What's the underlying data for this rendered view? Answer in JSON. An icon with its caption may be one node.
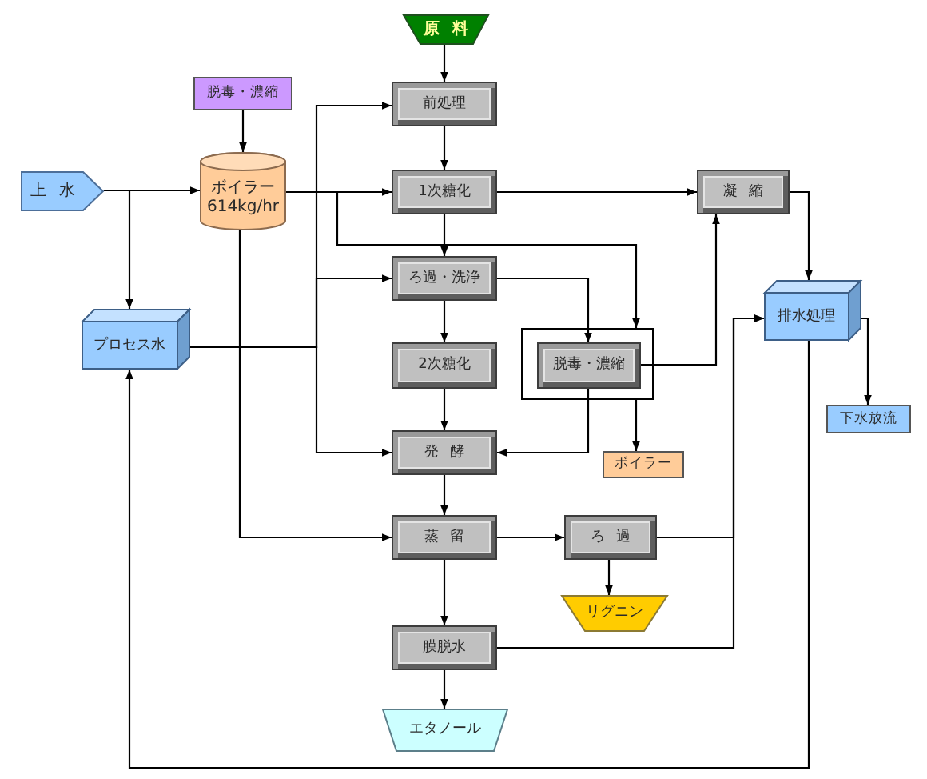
{
  "diagram": {
    "nodes": [
      {
        "text": [
          "原 料"
        ]
      },
      {
        "text": [
          "脱毒・濃縮"
        ]
      },
      {
        "text": [
          "前処理"
        ]
      },
      {
        "text": [
          "上 水"
        ]
      },
      {
        "text": [
          "ボイラー",
          "614kg/hr"
        ]
      },
      {
        "text": [
          "1次糖化"
        ]
      },
      {
        "text": [
          "凝 縮"
        ]
      },
      {
        "text": [
          "ろ過・洗浄"
        ]
      },
      {
        "text": [
          "排水処理"
        ]
      },
      {
        "text": [
          "プロセス水"
        ]
      },
      {
        "text": [],
        "shape": "box"
      },
      {
        "text": [
          "脱毒・濃縮"
        ],
        "in": 10
      },
      {
        "text": [
          "2次糖化"
        ]
      },
      {
        "text": [
          "下水放流"
        ]
      },
      {
        "text": [
          "発 酵"
        ]
      },
      {
        "text": [
          "ボイラー"
        ]
      },
      {
        "text": [
          "蒸 留"
        ]
      },
      {
        "text": [
          "ろ 過"
        ]
      },
      {
        "text": [
          "リグニン"
        ]
      },
      {
        "text": [
          "膜脱水"
        ]
      },
      {
        "text": [
          "エタノール"
        ]
      }
    ],
    "edges": [
      {
        "from": 0,
        "to": 2,
        "arrow": "to"
      },
      {
        "from": 2,
        "to": 5,
        "arrow": "to"
      },
      {
        "from": 5,
        "to": 7,
        "arrow": "to"
      },
      {
        "from": 7,
        "to": 12,
        "arrow": "to"
      },
      {
        "from": 12,
        "to": 14,
        "arrow": "to"
      },
      {
        "from": 14,
        "to": 16,
        "arrow": "to"
      },
      {
        "from": 16,
        "to": 19,
        "arrow": "to"
      },
      {
        "from": 19,
        "to": 20,
        "arrow": "to"
      },
      {
        "from": 1,
        "to": 4,
        "arrow": "to"
      },
      {
        "from": 3,
        "to": 4,
        "arrow": "to"
      },
      {
        "from": 3,
        "to": 9,
        "arrow": "to"
      },
      {
        "from": 4,
        "to": 5,
        "arrow": "to"
      },
      {
        "from": 4,
        "to": 10,
        "arrow": "to"
      },
      {
        "from": 4,
        "to": 16,
        "arrow": "to"
      },
      {
        "from": 9,
        "to": 2,
        "arrow": "to"
      },
      {
        "from": 9,
        "to": 7,
        "arrow": "to"
      },
      {
        "from": 9,
        "to": 14,
        "arrow": "to"
      },
      {
        "from": 5,
        "to": 6,
        "arrow": "to"
      },
      {
        "from": 7,
        "to": 11,
        "arrow": "to"
      },
      {
        "from": 11,
        "to": 6,
        "arrow": "to"
      },
      {
        "from": 11,
        "to": 14,
        "arrow": "to"
      },
      {
        "from": 10,
        "to": 15,
        "arrow": "to"
      },
      {
        "from": 6,
        "to": 8,
        "arrow": "to"
      },
      {
        "from": 16,
        "to": 17,
        "arrow": "to"
      },
      {
        "from": 17,
        "to": 18,
        "arrow": "to"
      },
      {
        "from": 17,
        "to": 8,
        "arrow": "to"
      },
      {
        "from": 19,
        "to": 8,
        "arrow": "to"
      },
      {
        "from": 8,
        "to": 13,
        "arrow": "to"
      },
      {
        "from": 8,
        "to": 9,
        "arrow": "to"
      }
    ]
  }
}
